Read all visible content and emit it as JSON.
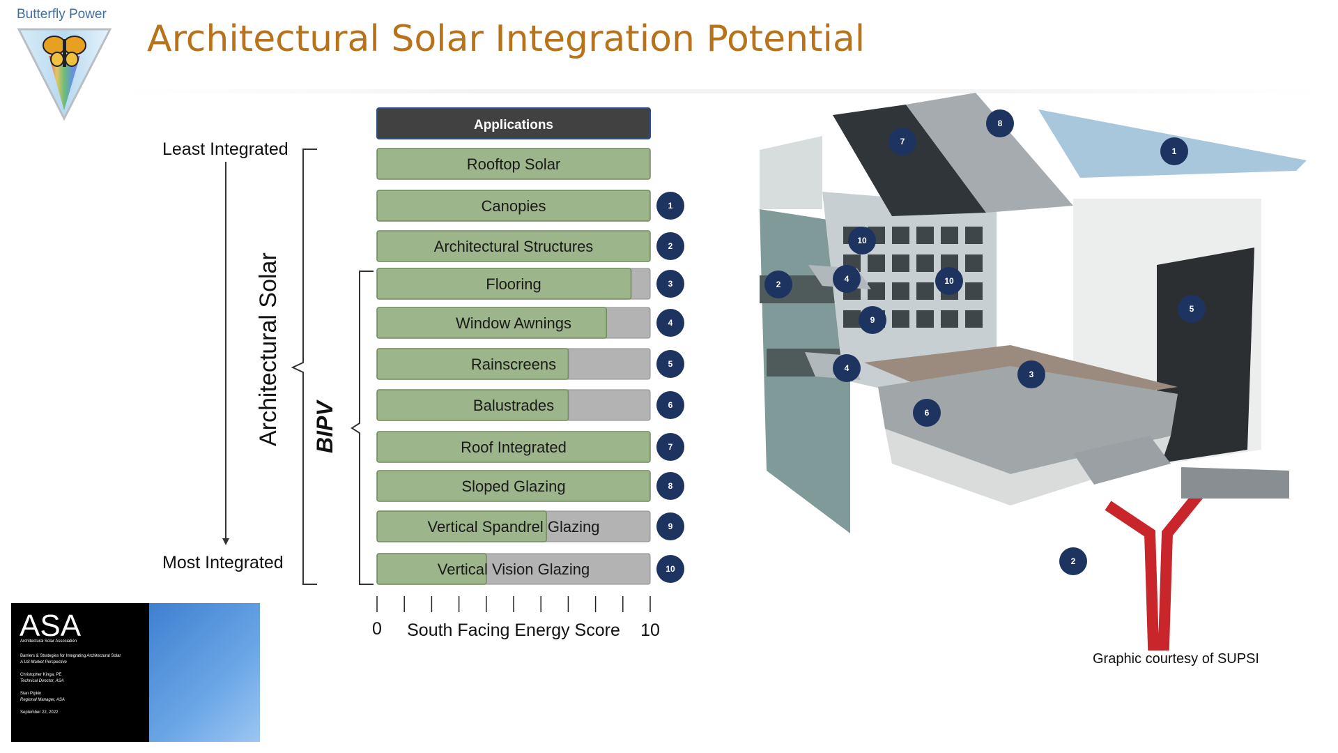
{
  "brand": {
    "name": "Butterfly Power"
  },
  "title": "Architectural Solar Integration Potential",
  "labels": {
    "least": "Least Integrated",
    "most": "Most Integrated",
    "architectural_solar": "Architectural Solar",
    "bipv": "BIPV"
  },
  "chart_data": {
    "type": "bar",
    "orientation": "horizontal",
    "header": "Applications",
    "categories": [
      "Rooftop Solar",
      "Canopies",
      "Architectural Structures",
      "Flooring",
      "Window Awnings",
      "Rainscreens",
      "Balustrades",
      "Roof Integrated",
      "Sloped Glazing",
      "Vertical Spandrel Glazing",
      "Vertical Vision Glazing"
    ],
    "values": [
      10,
      10,
      10,
      9.3,
      8.4,
      7,
      7,
      10,
      10,
      6.2,
      4
    ],
    "badges": [
      "",
      "1",
      "2",
      "3",
      "4",
      "5",
      "6",
      "7",
      "8",
      "9",
      "10"
    ],
    "xlabel": "South Facing Energy Score",
    "xlim": [
      0,
      10
    ],
    "tick_labels": [
      "0",
      "10"
    ],
    "bar_color": "#9db58a",
    "track_color": "#b3b3b3",
    "badge_color": "#1e3460"
  },
  "image": {
    "badges": [
      "1",
      "2",
      "3",
      "4",
      "4",
      "5",
      "6",
      "7",
      "8",
      "9",
      "10",
      "10",
      "2"
    ]
  },
  "credit": "Graphic courtesy of SUPSI",
  "thumbnail": {
    "logo": "ASA",
    "subtitle": "Architectural Solar Association",
    "lines": [
      "Barriers & Strategies for Integrating Architectural Solar",
      "A US Market Perspective",
      "Christopher Kinga, PE",
      "Technical Director, ASA",
      "Stan Pipkin",
      "Regional Manager, ASA",
      "September 22, 2022"
    ]
  },
  "colors": {
    "title": "#b8731a",
    "brand": "#3f6f9e",
    "header_bar": "#414141"
  }
}
